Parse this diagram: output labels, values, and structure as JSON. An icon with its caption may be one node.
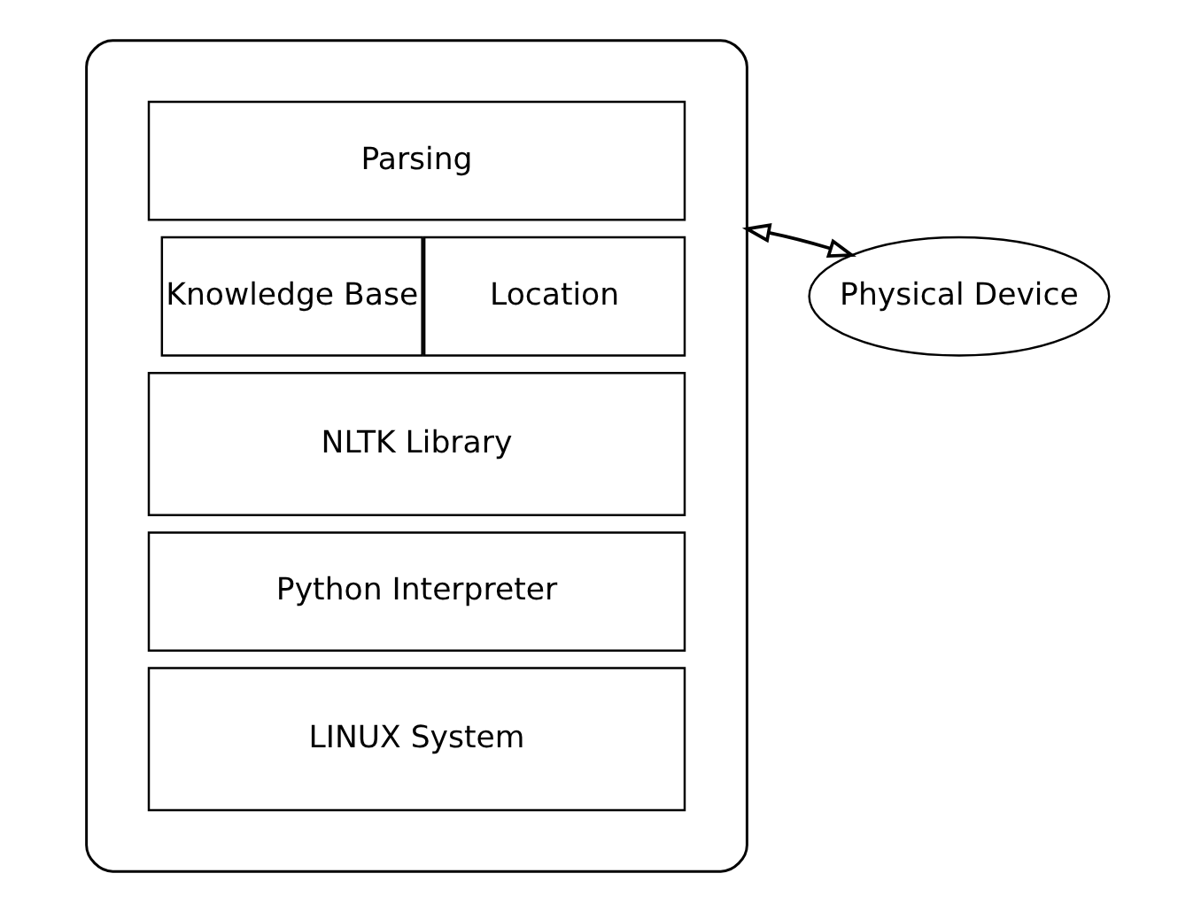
{
  "diagram": {
    "nodes": [
      {
        "text": [
          "Physical Device"
        ]
      },
      {
        "text": [],
        "shape": "box"
      },
      {
        "text": [
          "Parsing"
        ],
        "in": 1
      },
      {
        "text": [
          "Knowledge Base"
        ],
        "in": 1
      },
      {
        "text": [
          "Location"
        ],
        "in": 1
      },
      {
        "text": [
          "NLTK Library"
        ],
        "in": 1
      },
      {
        "text": [
          "Python Interpreter"
        ],
        "in": 1
      },
      {
        "text": [
          "LINUX System"
        ],
        "in": 1
      }
    ],
    "edges": [
      {
        "from": 0,
        "to": 1,
        "arrow": "both"
      }
    ]
  }
}
